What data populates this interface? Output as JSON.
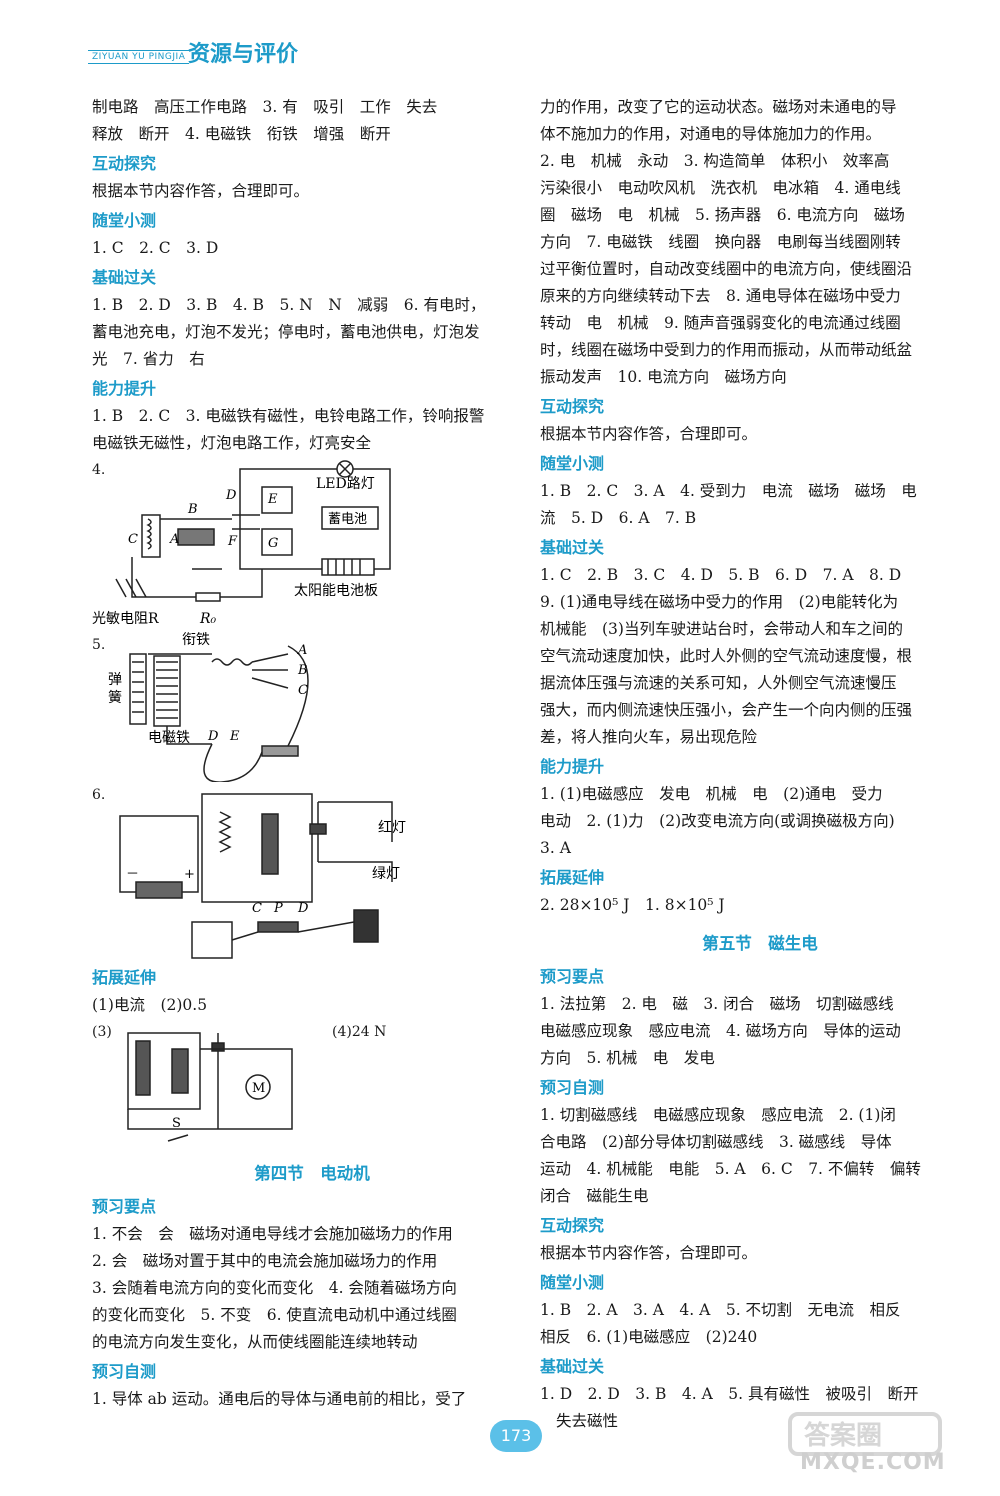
{
  "header": {
    "pinyin": "ZIYUAN YU PINGJIA",
    "title": "资源与评价"
  },
  "left": {
    "l1": "制电路　高压工作电路　3. 有　吸引　工作　失去",
    "l2": "释放　断开　4. 电磁铁　衔铁　增强　断开",
    "s_hudong": "互动探究",
    "hudong": "根据本节内容作答，合理即可。",
    "s_suitang": "随堂小测",
    "suitang": "1. C　2. C　3. D",
    "s_jichu": "基础过关",
    "jichu1": "1. B　2. D　3. B　4. B　5. N　N　减弱　6. 有电时，",
    "jichu2": "蓄电池充电，灯泡不发光；停电时，蓄电池供电，灯泡发",
    "jichu3": "光　7. 省力　右",
    "s_nengli": "能力提升",
    "nengli1": "1. B　2. C　3. 电磁铁有磁性，电铃电路工作，铃响报警",
    "nengli2": "电磁铁无磁性，灯泡电路工作，灯亮安全",
    "fig4": {
      "num": "4.",
      "led": "LED路灯",
      "battery": "蓄电池",
      "solar": "太阳能电池板",
      "ldr": "光敏电阻R",
      "r0": "R₀",
      "B": "B",
      "A": "A",
      "C": "C",
      "D": "D",
      "E": "E",
      "F": "F",
      "G": "G"
    },
    "fig5": {
      "num": "5.",
      "armature": "衔铁",
      "spring1": "弹",
      "spring2": "簧",
      "magnet": "电磁铁",
      "A": "A",
      "B": "B",
      "C": "C",
      "D": "D",
      "E": "E"
    },
    "fig6": {
      "num": "6.",
      "red": "红灯",
      "green": "绿灯",
      "C": "C",
      "P": "P",
      "D": "D",
      "minus": "－",
      "plus": "+"
    },
    "s_tuozhan": "拓展延伸",
    "tuozhan1": "(1)电流　(2)0.5",
    "fig3": {
      "num": "(3)",
      "q4": "(4)24 N",
      "M": "M",
      "S": "S"
    },
    "chap4": "第四节　电动机",
    "s_yuxi": "预习要点",
    "yuxi1": "1. 不会　会　磁场对通电导线才会施加磁场力的作用",
    "yuxi2": "2. 会　磁场对置于其中的电流会施加磁场力的作用",
    "yuxi3": "3. 会随着电流方向的变化而变化　4. 会随着磁场方向",
    "yuxi4": "的变化而变化　5. 不变　6. 使直流电动机中通过线圈",
    "yuxi5": "的电流方向发生变化，从而使线圈能连续地转动",
    "s_zice": "预习自测",
    "zice1": "1. 导体 ab 运动。通电后的导体与通电前的相比，受了"
  },
  "right": {
    "r1": "力的作用，改变了它的运动状态。磁场对未通电的导",
    "r2": "体不施加力的作用，对通电的导体施加力的作用。",
    "r3": "2. 电　机械　永动　3. 构造简单　体积小　效率高",
    "r4": "污染很小　电动吹风机　洗衣机　电冰箱　4. 通电线",
    "r5": "圈　磁场　电　机械　5. 扬声器　6. 电流方向　磁场",
    "r6": "方向　7. 电磁铁　线圈　换向器　电刷每当线圈刚转",
    "r7": "过平衡位置时，自动改变线圈中的电流方向，使线圈沿",
    "r8": "原来的方向继续转动下去　8. 通电导体在磁场中受力",
    "r9": "转动　电　机械　9. 随声音强弱变化的电流通过线圈",
    "r10": "时，线圈在磁场中受到力的作用而振动，从而带动纸盆",
    "r11": "振动发声　10. 电流方向　磁场方向",
    "s_hudong": "互动探究",
    "hudong": "根据本节内容作答，合理即可。",
    "s_suitang": "随堂小测",
    "suitang1": "1. B　2. C　3. A　4. 受到力　电流　磁场　磁场　电",
    "suitang2": "流　5. D　6. A　7. B",
    "s_jichu": "基础过关",
    "jichu1": "1. C　2. B　3. C　4. D　5. B　6. D　7. A　8. D",
    "jichu2": "9. (1)通电导线在磁场中受力的作用　(2)电能转化为",
    "jichu3": "机械能　(3)当列车驶进站台时，会带动人和车之间的",
    "jichu4": "空气流动速度加快，此时人外侧的空气流动速度慢，根",
    "jichu5": "据流体压强与流速的关系可知，人外侧空气流速慢压",
    "jichu6": "强大，而内侧流速快压强小，会产生一个向内侧的压强",
    "jichu7": "差，将人推向火车，易出现危险",
    "s_nengli": "能力提升",
    "nengli1": "1. (1)电磁感应　发电　机械　电　(2)通电　受力",
    "nengli2": "电动　2. (1)力　(2)改变电流方向(或调换磁极方向)",
    "nengli3": "3. A",
    "s_tuozhan": "拓展延伸",
    "tuozhan": "2. 28×10⁵ J　1. 8×10⁵ J",
    "chap5": "第五节　磁生电",
    "s_yuxi": "预习要点",
    "yuxi1": "1. 法拉第　2. 电　磁　3. 闭合　磁场　切割磁感线",
    "yuxi2": "电磁感应现象　感应电流　4. 磁场方向　导体的运动",
    "yuxi3": "方向　5. 机械　电　发电",
    "s_zice": "预习自测",
    "zice1": "1. 切割磁感线　电磁感应现象　感应电流　2. (1)闭",
    "zice2": "合电路　(2)部分导体切割磁感线　3. 磁感线　导体",
    "zice3": "运动　4. 机械能　电能　5. A　6. C　7. 不偏转　偏转",
    "zice4": "闭合　磁能生电",
    "s_hudong2": "互动探究",
    "hudong2": "根据本节内容作答，合理即可。",
    "s_suitang2": "随堂小测",
    "suitang2_1": "1. B　2. A　3. A　4. A　5. 不切割　无电流　相反",
    "suitang2_2": "相反　6. (1)电磁感应　(2)240",
    "s_jichu2": "基础过关",
    "jichu2_1": "1. D　2. D　3. B　4. A　5. 具有磁性　被吸引　断开",
    "jichu2_2": "失去磁性"
  },
  "page_number": "173",
  "watermark": {
    "text": "MXQE.COM",
    "logo": "答案圈"
  },
  "colors": {
    "accent": "#1d9bc9",
    "badge": "#5bc0e8"
  }
}
